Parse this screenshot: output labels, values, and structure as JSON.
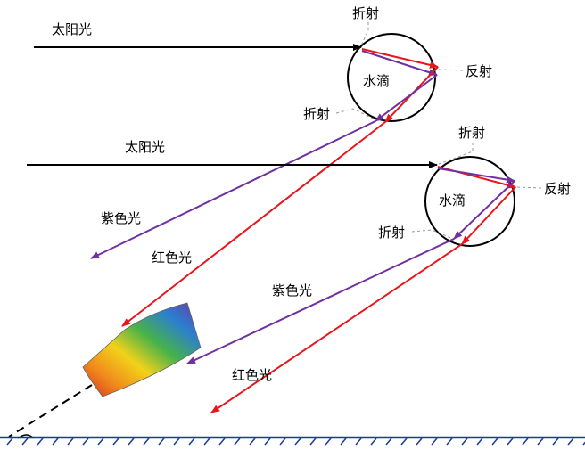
{
  "labels": {
    "sunlight": "太阳光",
    "refraction": "折射",
    "reflection": "反射",
    "droplet": "水滴",
    "violet_light": "紫色光",
    "red_light": "红色光"
  },
  "colors": {
    "red": "#e8161b",
    "violet": "#7030a0",
    "black": "#000000",
    "ground": "#1f3a93"
  }
}
